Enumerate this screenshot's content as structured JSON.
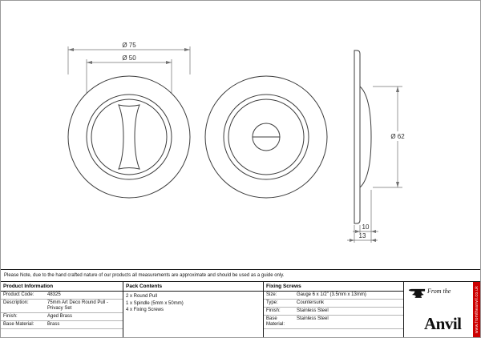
{
  "note": "Please Note, due to the hand crafted nature of our products all measurements are approximate and should be used as a guide only.",
  "drawings": {
    "front_view": {
      "dim_outer_diameter": "Ø 75",
      "dim_inner_diameter": "Ø 50"
    },
    "side_view": {
      "dim_dome_diameter": "Ø 62",
      "dim_projection": "10",
      "dim_total_depth": "13"
    }
  },
  "table": {
    "product_information": {
      "header": "Product Information",
      "rows": [
        {
          "label": "Product Code:",
          "value": "48325"
        },
        {
          "label": "Description:",
          "value": "75mm Art Deco Round Pull - Privacy Set"
        },
        {
          "label": "Finish:",
          "value": "Aged Brass"
        },
        {
          "label": "Base Material:",
          "value": "Brass"
        }
      ]
    },
    "pack_contents": {
      "header": "Pack Contents",
      "items": [
        "2 x Round Pull",
        "1 x Spindle (5mm x 50mm)",
        "4 x Fixing Screws"
      ]
    },
    "fixing_screws": {
      "header": "Fixing Screws",
      "rows": [
        {
          "label": "Size:",
          "value": "Gauge 6 x 1/2\" (3.5mm x 13mm)"
        },
        {
          "label": "Type:",
          "value": "Countersunk"
        },
        {
          "label": "Finish:",
          "value": "Stainless Steel"
        },
        {
          "label": "Base Material:",
          "value": "Stainless Steel"
        }
      ]
    }
  },
  "logo": {
    "script_text": "From the",
    "brand": "Anvil",
    "website": "www.fromtheanvil.co.uk",
    "accent_color": "#cc0000"
  }
}
